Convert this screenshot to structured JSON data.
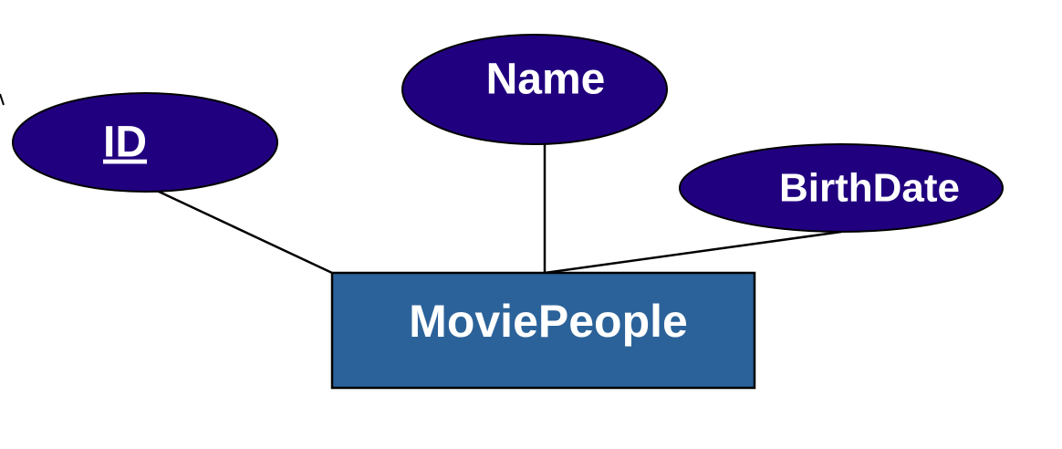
{
  "diagram": {
    "entity": {
      "name": "MoviePeople"
    },
    "attributes": [
      {
        "name": "ID",
        "is_key": true
      },
      {
        "name": "Name",
        "is_key": false
      },
      {
        "name": "BirthDate",
        "is_key": false
      }
    ]
  },
  "colors": {
    "attribute_fill": "#21007f",
    "entity_fill": "#2b6299",
    "line": "#000000",
    "text": "#ffffff"
  }
}
